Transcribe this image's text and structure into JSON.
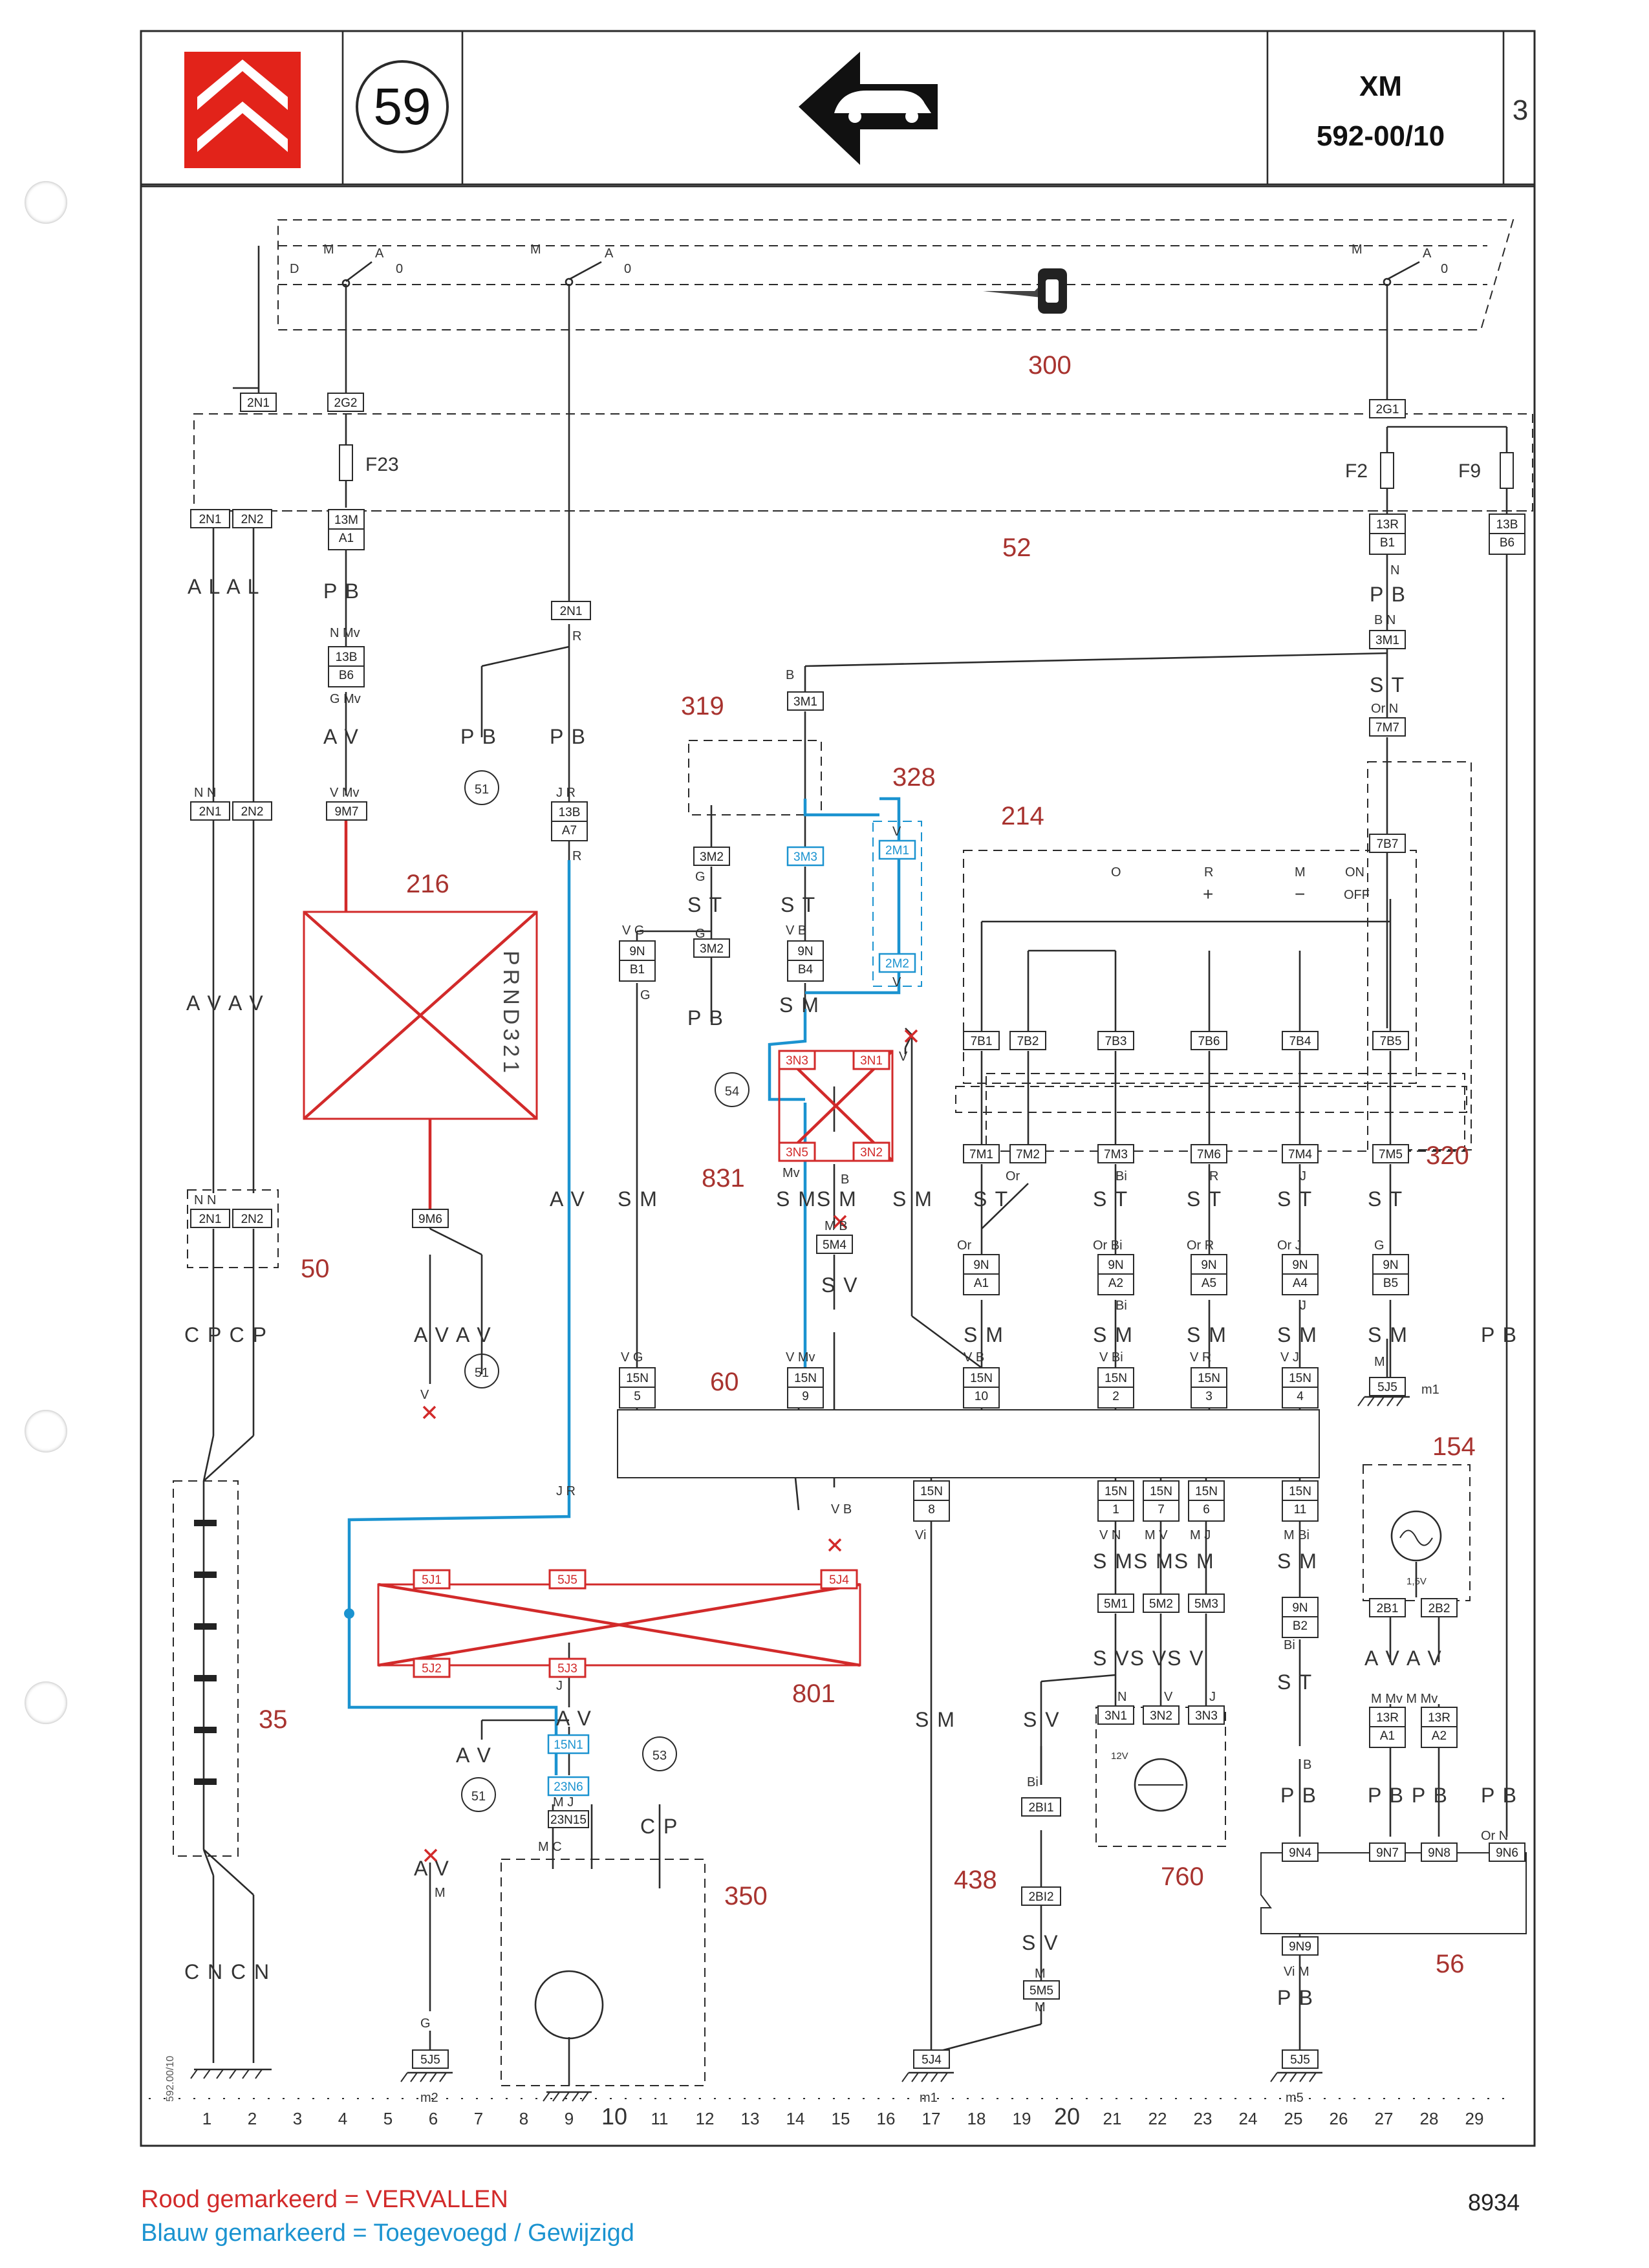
{
  "header": {
    "section_number": "59",
    "model": "XM",
    "ref": "592-00/10",
    "sheet": "3"
  },
  "colors": {
    "ink": "#2a2a2a",
    "red_removed": "#d22a2a",
    "blue_changed": "#1b93d0",
    "logo_red": "#e2231a",
    "component_number": "#a8332f"
  },
  "components": {
    "c300": "300",
    "c52": "52",
    "c319": "319",
    "c328": "328",
    "c214": "214",
    "c216": "216",
    "c831": "831",
    "c320": "320",
    "c50": "50",
    "c60": "60",
    "c154": "154",
    "c35": "35",
    "c801": "801",
    "c350": "350",
    "c438": "438",
    "c760": "760",
    "c56": "56"
  },
  "refs": {
    "r51": "51",
    "r53": "53",
    "r54": "54"
  },
  "fuses": {
    "f23": "F23",
    "f2": "F2",
    "f9": "F9"
  },
  "switch_labels": {
    "d": "D",
    "m": "M",
    "a": "A",
    "o": "0"
  },
  "prnd": "PRND321",
  "switch214": {
    "o": "O",
    "r": "R",
    "m": "M",
    "on": "ON",
    "off": "OFF",
    "plus": "+",
    "minus": "−"
  },
  "battery_label": "1,5V",
  "motor_label": "12V",
  "connectors": {
    "k2n1_top": "2N1",
    "k2g2": "2G2",
    "k2g1": "2G1",
    "k2n1_a": "2N1",
    "k2n2_a": "2N2",
    "k13m_a1": "13M A1",
    "k13r_b1": "13R B1",
    "k13b_b6": "13B B6",
    "k2n1_r": "2N1",
    "k13b_b6b": "13B B6",
    "k3m1_a": "3M1",
    "k3m1_b": "3M1",
    "k2n1_b": "2N1",
    "k2n2_b": "2N2",
    "k9m7": "9M7",
    "k13b_a7": "13B A7",
    "k7m7": "7M7",
    "k3m2": "3M2",
    "k3m3": "3M3",
    "k2m1": "2M1",
    "k2m2": "2M2",
    "k7b7": "7B7",
    "k9n_b1": "9N B1",
    "k3m2b": "3M2",
    "k9n_b4": "9N B4",
    "k7b1": "7B1",
    "k7b2": "7B2",
    "k7b3": "7B3",
    "k7b6": "7B6",
    "k7b4": "7B4",
    "k7b5": "7B5",
    "k3n3": "3N3",
    "k3n1": "3N1",
    "k3n5": "3N5",
    "k3n2": "3N2",
    "k7m1": "7M1",
    "k7m2": "7M2",
    "k7m3": "7M3",
    "k7m6": "7M6",
    "k7m4": "7M4",
    "k7m5": "7M5",
    "k2n1_c": "2N1",
    "k2n2_c": "2N2",
    "k9m6": "9M6",
    "k5m4": "5M4",
    "k9n_a1": "9N A1",
    "k9n_a2": "9N A2",
    "k9n_a5": "9N A5",
    "k9n_a4": "9N A4",
    "k9n_b5": "9N B5",
    "k15n5": "15N 5",
    "k15n9": "15N 9",
    "k15n10": "15N 10",
    "k15n2": "15N 2",
    "k15n3": "15N 3",
    "k15n4": "15N 4",
    "k5j5_m1": "5J5",
    "k15n8": "15N 8",
    "k15n1": "15N 1",
    "k15n7": "15N 7",
    "k15n6": "15N 6",
    "k15n11": "15N 11",
    "k5j1": "5J1",
    "k5j5_801": "5J5",
    "k5j4": "5J4",
    "k5j2": "5J2",
    "k5j3": "5J3",
    "k5m1": "5M1",
    "k5m2": "5M2",
    "k5m3": "5M3",
    "k9n_b2": "9N B2",
    "k2b1": "2B1",
    "k2b2": "2B2",
    "k3n1b": "3N1",
    "k3n2b": "3N2",
    "k3n3b": "3N3",
    "k13r_a1": "13R A1",
    "k13r_a2": "13R A2",
    "k15n1b": "15N1",
    "k23n6": "23N6",
    "k23n15": "23N15",
    "k2bi1": "2BI1",
    "k2bi2": "2BI2",
    "k9n4": "9N4",
    "k9n7": "9N7",
    "k9n8": "9N8",
    "k9n6": "9N6",
    "k9n9": "9N9",
    "k5m5": "5M5",
    "k5j5_m2": "5J5",
    "k5j4_m1": "5J4",
    "k5j5_m5": "5J5"
  },
  "wires": {
    "w_alal": "A L A L",
    "w_pb1": "P B",
    "w_nmv": "N Mv",
    "w_gmv": "G Mv",
    "w_av1": "A V",
    "w_vmv": "V Mv",
    "w_r1": "R",
    "w_pb_a": "P B",
    "w_pb_b": "P B",
    "w_jr1": "J R",
    "w_r2": "R",
    "w_n1": "N",
    "w_pb2": "P B",
    "w_bn": "B N",
    "w_b1": "B",
    "w_st1": "S T",
    "w_orn": "Or N",
    "w_nn_a": "N  N",
    "w_g1": "G",
    "w_st2": "S T",
    "w_g2": "G",
    "w_st3": "S T",
    "w_vb1": "V B",
    "w_v1": "V",
    "w_vg": "V G",
    "w_g3": "G",
    "w_pb3": "P B",
    "w_sm1": "S M",
    "w_v2": "V",
    "w_avav1": "A V A V",
    "w_mv": "Mv",
    "w_b2": "B",
    "w_v3": "V",
    "w_nn_b": "N  N",
    "w_or1": "Or",
    "w_bi1": "Bi",
    "w_r3": "R",
    "w_j1": "J",
    "w_av2": "A V",
    "w_sm2": "S M",
    "w_smsm": "S MS M",
    "w_sm3": "S M",
    "w_st4": "S T",
    "w_st5": "S T",
    "w_st6": "S T",
    "w_st7": "S T",
    "w_st8": "S T",
    "w_mb": "M B",
    "w_or2": "Or",
    "w_orbi": "Or Bi",
    "w_orr": "Or R",
    "w_orj": "Or J",
    "w_g4": "G",
    "w_sv1": "S V",
    "w_bi2": "Bi",
    "w_j2": "J",
    "w_cpcp": "C P C P",
    "w_avav2": "A V A V",
    "w_sm4": "S M",
    "w_sm5": "S M",
    "w_sm6": "S M",
    "w_sm7": "S M",
    "w_sm8": "S M",
    "w_pb4": "P B",
    "w_vg2": "V G",
    "w_vmv2": "V Mv",
    "w_vb2": "V B",
    "w_vbi": "V Bi",
    "w_vr": "V R",
    "w_vj": "V J",
    "w_m1": "M",
    "w_v4": "V",
    "w_vb3": "V B",
    "w_vi1": "Vi",
    "w_vn": "V N",
    "w_mv2": "M V",
    "w_mj": "M J",
    "w_mbi": "M Bi",
    "w_smsmsm": "S MS MS M",
    "w_sm9": "S M",
    "w_jr2": "J R",
    "w_bi3": "Bi",
    "w_svsvsv": "S VS VS V",
    "w_st9": "S T",
    "w_avav3": "A V A V",
    "w_n2": "N",
    "w_v5": "V",
    "w_j3": "J",
    "w_mmv": "M Mv M Mv",
    "w_av3": "A V",
    "w_j4": "J",
    "w_av4": "A V",
    "w_sm10": "S M",
    "w_sv2": "S V",
    "w_bi4": "Bi",
    "w_b3": "B",
    "w_mj2": "M J",
    "w_cp": "C P",
    "w_pb5": "P B",
    "w_pbpb": "P B P B",
    "w_pb6": "P B",
    "w_orn2": "Or N",
    "w_mc": "M   C",
    "w_sv3": "S V",
    "w_av5": "A V",
    "w_m2": "M",
    "w_cncn": "C N C N",
    "w_vim": "Vi M",
    "w_pb7": "P B",
    "w_m3": "M",
    "w_g5": "G",
    "w_m4": "M"
  },
  "grounds": {
    "m1": "m1",
    "m2": "m2",
    "m5": "m5",
    "m1b": "m1"
  },
  "ruler": [
    "1",
    "2",
    "3",
    "4",
    "5",
    "6",
    "7",
    "8",
    "9",
    "10",
    "11",
    "12",
    "13",
    "14",
    "15",
    "16",
    "17",
    "18",
    "19",
    "20",
    "21",
    "22",
    "23",
    "24",
    "25",
    "26",
    "27",
    "28",
    "29"
  ],
  "margin_code": "592.00/10",
  "legend": {
    "red": "Rood gemarkeerd = VERVALLEN",
    "blue": "Blauw gemarkeerd = Toegevoegd / Gewijzigd"
  },
  "doc_code": "8934"
}
